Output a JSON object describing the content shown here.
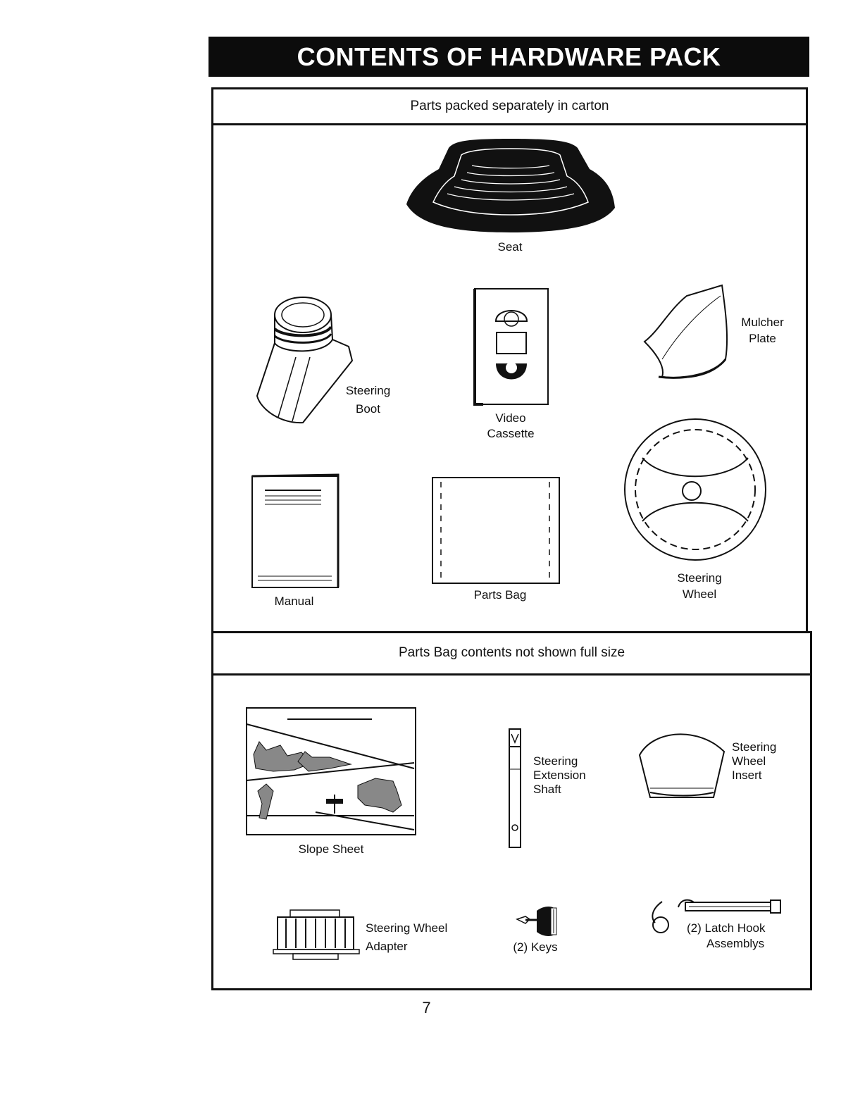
{
  "title": "CONTENTS OF HARDWARE PACK",
  "section1": {
    "heading": "Parts packed separately in carton",
    "parts": {
      "seat": "Seat",
      "steering_boot": [
        "Steering",
        "Boot"
      ],
      "video_cassette": [
        "Video",
        "Cassette"
      ],
      "mulcher_plate": [
        "Mulcher",
        "Plate"
      ],
      "manual": "Manual",
      "parts_bag": "Parts Bag",
      "steering_wheel": [
        "Steering",
        "Wheel"
      ]
    }
  },
  "section2": {
    "heading": "Parts Bag contents not shown full size",
    "parts": {
      "slope_sheet": "Slope Sheet",
      "steering_extension_shaft": [
        "Steering",
        "Extension",
        "Shaft"
      ],
      "steering_wheel_insert": [
        "Steering",
        "Wheel",
        "Insert"
      ],
      "steering_wheel_adapter": [
        "Steering Wheel",
        "Adapter"
      ],
      "keys": "(2) Keys",
      "latch_hook": [
        "(2) Latch Hook",
        "Assemblys"
      ]
    }
  },
  "page_number": "7"
}
